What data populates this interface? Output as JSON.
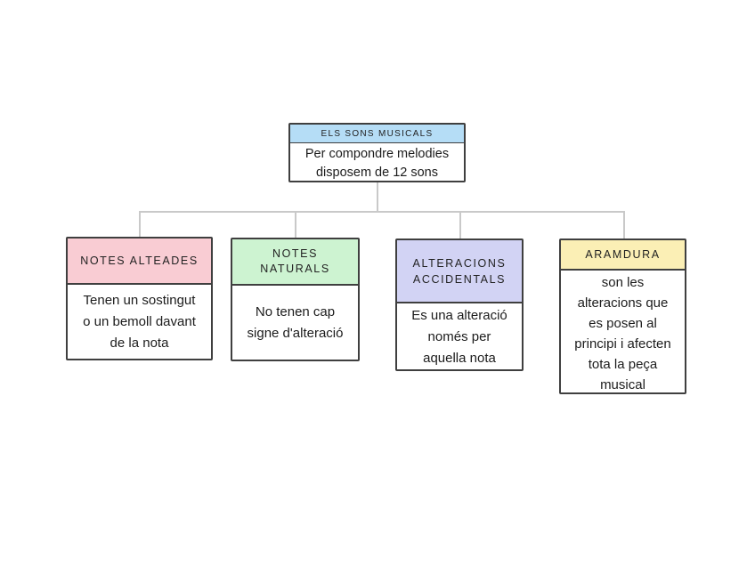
{
  "canvas": {
    "background": "#ffffff",
    "border_color": "#3f3f3f",
    "connector_color": "#c9c9c9",
    "text_color": "#1c1c1c"
  },
  "root": {
    "title": "ELS SONS MUSICALS",
    "body": "Per compondre melodies\ndisposem de 12 sons",
    "header_color": "#b5ddf6"
  },
  "children": [
    {
      "title": "NOTES ALTEADES",
      "body": "Tenen un sostingut\no un bemoll davant\nde la nota",
      "header_color": "#f9ccd3"
    },
    {
      "title": "NOTES NATURALS",
      "body": "No tenen cap\nsigne d'alteració",
      "header_color": "#cdf3d1"
    },
    {
      "title": "ALTERACIONS ACCIDENTALS",
      "body": "Es una alteració\nnomés per\naquella nota",
      "header_color": "#d2d3f4"
    },
    {
      "title": "ARAMDURA",
      "body": "son les\nalteracions que\nes posen al\nprincipi i afecten\ntota la peça\nmusical",
      "header_color": "#fbefb5"
    }
  ]
}
